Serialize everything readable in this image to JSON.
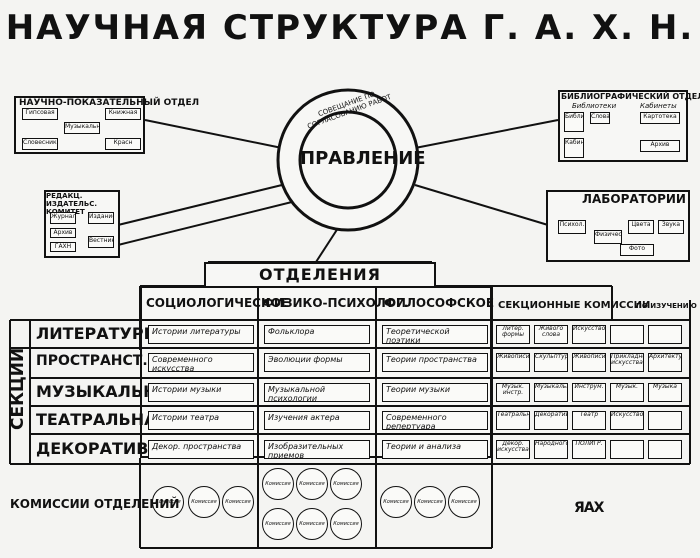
{
  "title": "НАУЧНАЯ СТРУКТУРА Г. А. Х. Н.",
  "center": {
    "label": "ПРАВЛЕНИЕ",
    "ring_text": "СОВЕЩАНИЕ ПО СОГЛАСОВАНИЮ РАБОТ"
  },
  "left_top": {
    "title": "НАУЧНО-ПОКАЗАТЕЛЬНЫЙ ОТДЕЛ",
    "items": [
      "Гипсовая",
      "Музыкальная",
      "Книжная",
      "Словесника",
      "Красн"
    ]
  },
  "left_mid": {
    "title": "РЕДАКЦ. ИЗДАТЕЛЬС. КОМИТЕТ",
    "items": [
      "Журнал",
      "Издание",
      "Архив",
      "ГАХН",
      "Вестник"
    ]
  },
  "right_top": {
    "title": "БИБЛИОГРАФИЧЕСКИЙ ОТДЕЛ",
    "sub": [
      "Библиотеки",
      "Кабинеты"
    ],
    "items": [
      "Библиотека",
      "Словарь",
      "Картотека",
      "Кабинет",
      "Архив"
    ]
  },
  "right_mid": {
    "title": "ЛАБОРАТОРИИ",
    "items": [
      "Психол.",
      "Физическая",
      "Цвета",
      "Звука",
      "Фото"
    ]
  },
  "otdeleniya": "ОТДЕЛЕНИЯ",
  "columns": [
    "СОЦИОЛОГИЧЕСКОЕ",
    "ФИЗИКО-ПСИХОЛОГ.",
    "ФИЛОСОФСКОЕ",
    "СЕКЦИОННЫЕ КОМИССИИ",
    "ПО ИЗУЧЕНИЮ"
  ],
  "sections_label": "СЕКЦИИ",
  "sections": [
    "ЛИТЕРАТУРНАЯ",
    "ПРОСТРАНСТ. ИСКУС",
    "МУЗЫКАЛЬНАЯ",
    "ТЕАТРАЛЬНАЯ",
    "ДЕКОРАТИВНАЯ"
  ],
  "cells": [
    [
      "Истории литературы",
      "Фольклора",
      "Теоретической поэтики"
    ],
    [
      "Современного искусства",
      "Эволюции формы",
      "Теории пространства"
    ],
    [
      "Истории музыки",
      "Музыкальной психологии",
      "Теории музыки"
    ],
    [
      "Истории театра",
      "Изучения актера",
      "Современного репертуара"
    ],
    [
      "Декор. пространства",
      "Изобразительных приемов",
      "Теории и анализа"
    ]
  ],
  "commissions": [
    [
      "Литер. формы",
      "Живого слова",
      "Искусство"
    ],
    [
      "Живописи",
      "Скульптуры",
      "Живописи",
      "Прикладного искусства",
      "Архитектуры"
    ],
    [
      "Музык. инстр.",
      "Музыкальн.",
      "Инструм.",
      "Музык.",
      "Музыка"
    ],
    [
      "Театральн.",
      "Декоративн.",
      "Театр",
      "Искусство"
    ],
    [
      "Декор. искусства",
      "Народного",
      "ПОЛИГР."
    ]
  ],
  "komissii_label": "КОМИССИИ ОТДЕЛЕНИЙ",
  "circles": [
    [
      "Комиссия",
      "Комиссия",
      "Комиссия"
    ],
    [
      "Комиссия",
      "Комиссия",
      "Комиссия",
      "Комиссия",
      "Комиссия",
      "Комиссия"
    ],
    [
      "Комиссия",
      "Комиссия",
      "Комиссия"
    ]
  ],
  "logo": "ЯАХ"
}
